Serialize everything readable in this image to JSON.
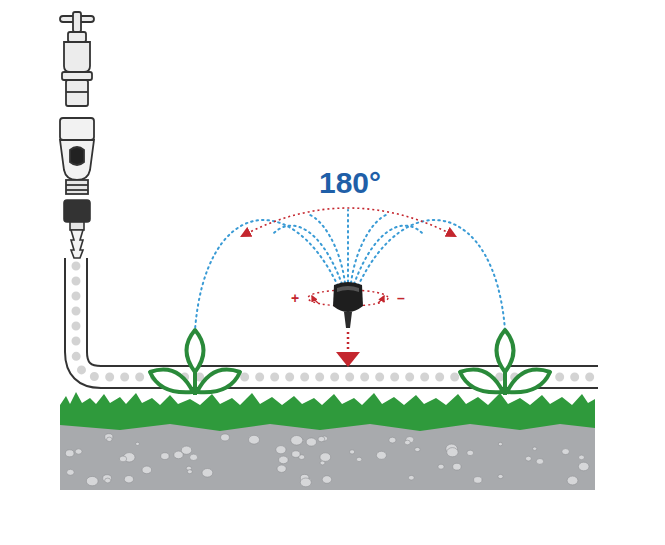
{
  "diagram": {
    "labels": [
      "180°",
      "+",
      "–"
    ]
  }
}
